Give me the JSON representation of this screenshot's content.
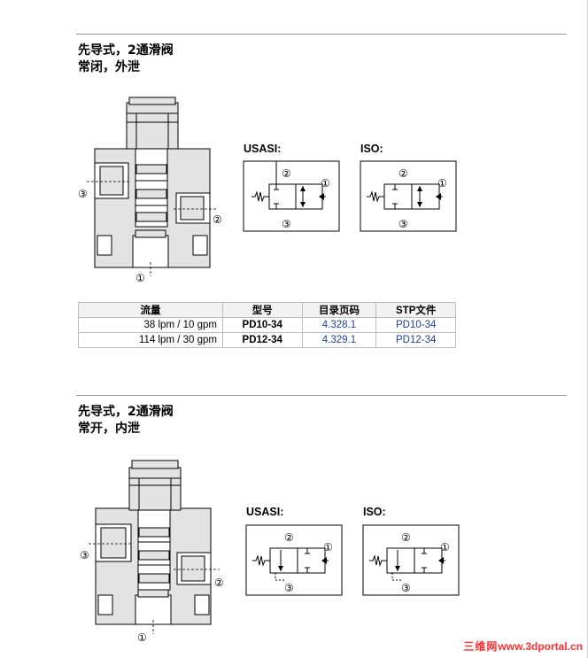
{
  "section1": {
    "title_line1": "先导式，2通滑阀",
    "title_line2": "常闭，外泄",
    "usasi_label": "USASI:",
    "iso_label": "ISO:",
    "port1": "①",
    "port2": "②",
    "port3": "③"
  },
  "table": {
    "headers": [
      "流量",
      "型号",
      "目录页码",
      "STP文件"
    ],
    "rows": [
      {
        "flow": "38 lpm / 10 gpm",
        "model": "PD10-34",
        "page": "4.328.1",
        "stp": "PD10-34"
      },
      {
        "flow": "114 lpm / 30 gpm",
        "model": "PD12-34",
        "page": "4.329.1",
        "stp": "PD12-34"
      }
    ]
  },
  "section2": {
    "title_line1": "先导式，2通滑阀",
    "title_line2": "常开，内泄",
    "usasi_label": "USASI:",
    "iso_label": "ISO:",
    "port1": "①",
    "port2": "②",
    "port3": "③"
  },
  "watermark": {
    "cn": "三维网",
    "url": "www.3dportal.cn"
  },
  "colors": {
    "link": "#1f3f9a",
    "block_fill": "#e3e3e3",
    "rule": "#9a9a9a",
    "watermark": "#ff3030"
  }
}
